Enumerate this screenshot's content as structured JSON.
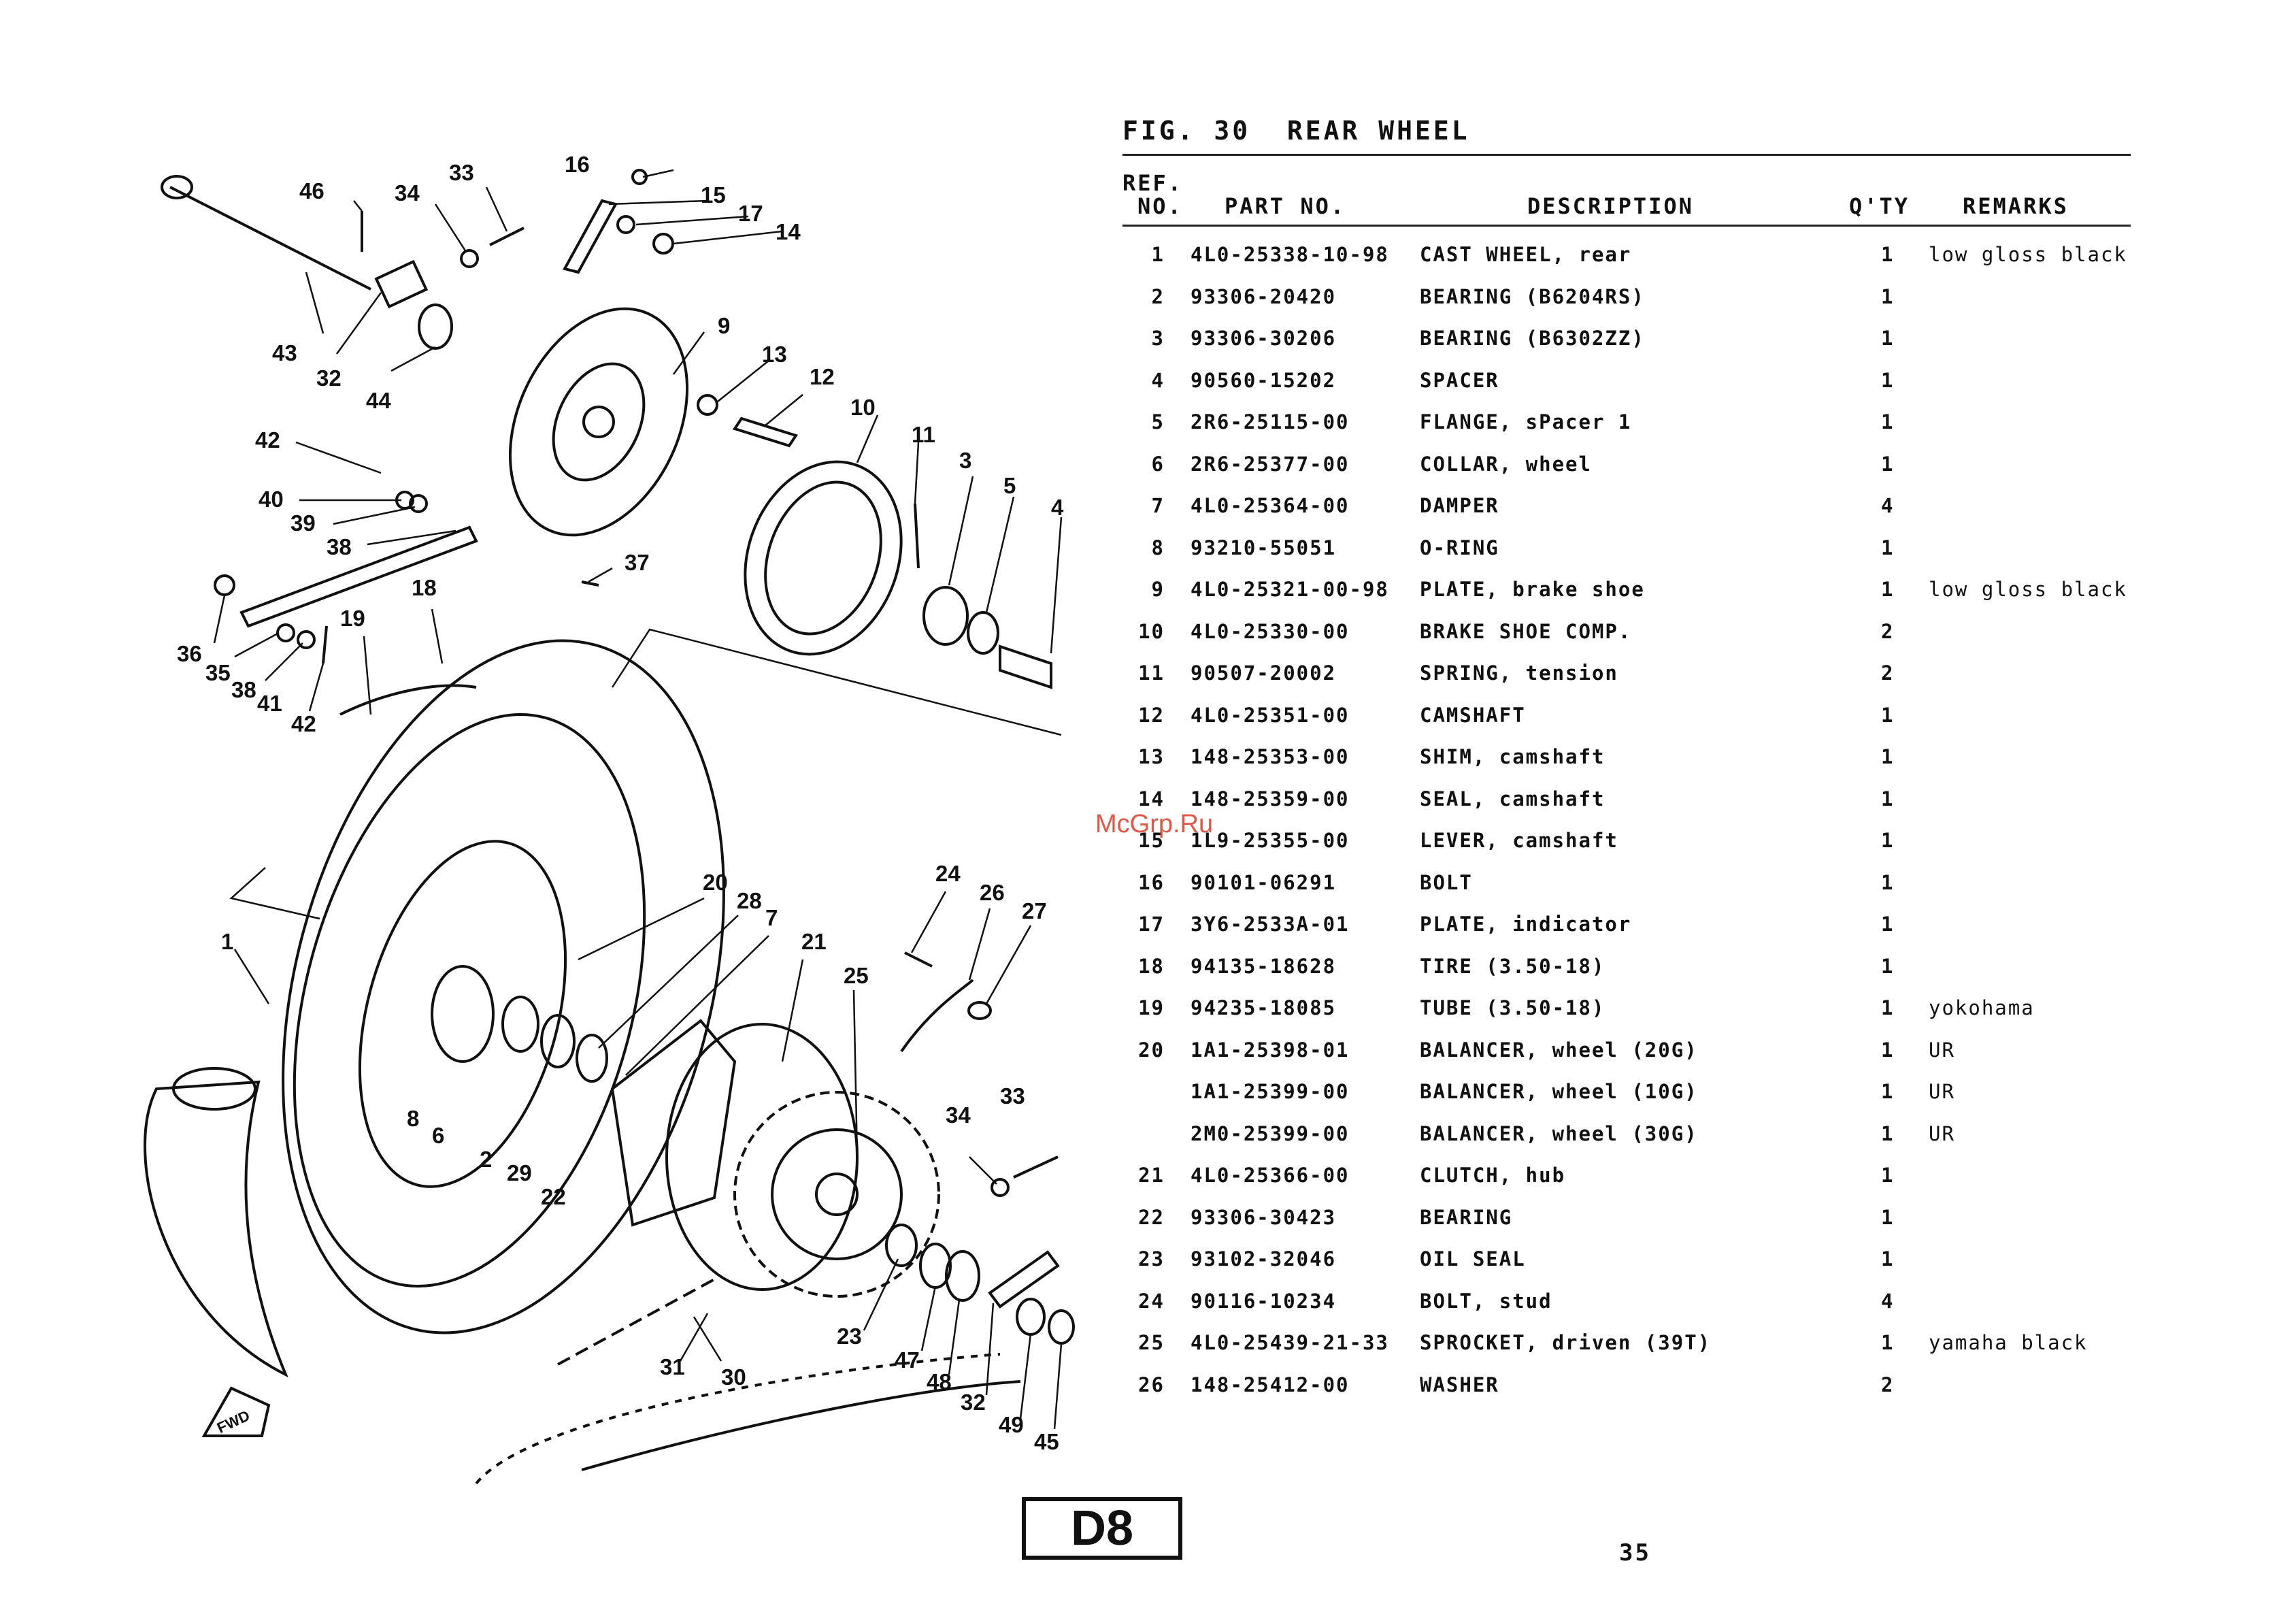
{
  "figure": {
    "title": "FIG. 30  REAR WHEEL"
  },
  "headers": {
    "ref_line1": "REF.",
    "ref_line2": "NO.",
    "part_no": "PART NO.",
    "description": "DESCRIPTION",
    "qty": "Q'TY",
    "remarks": "REMARKS"
  },
  "parts": [
    {
      "ref": "1",
      "part_no": "4L0-25338-10-98",
      "description": "CAST WHEEL, rear",
      "qty": "1",
      "remarks": "low gloss black"
    },
    {
      "ref": "2",
      "part_no": "93306-20420",
      "description": "BEARING (B6204RS)",
      "qty": "1",
      "remarks": ""
    },
    {
      "ref": "3",
      "part_no": "93306-30206",
      "description": "BEARING (B6302ZZ)",
      "qty": "1",
      "remarks": ""
    },
    {
      "ref": "4",
      "part_no": "90560-15202",
      "description": "SPACER",
      "qty": "1",
      "remarks": ""
    },
    {
      "ref": "5",
      "part_no": "2R6-25115-00",
      "description": "FLANGE, sPacer 1",
      "qty": "1",
      "remarks": ""
    },
    {
      "ref": "6",
      "part_no": "2R6-25377-00",
      "description": "COLLAR, wheel",
      "qty": "1",
      "remarks": ""
    },
    {
      "ref": "7",
      "part_no": "4L0-25364-00",
      "description": "DAMPER",
      "qty": "4",
      "remarks": ""
    },
    {
      "ref": "8",
      "part_no": "93210-55051",
      "description": "O-RING",
      "qty": "1",
      "remarks": ""
    },
    {
      "ref": "9",
      "part_no": "4L0-25321-00-98",
      "description": "PLATE, brake shoe",
      "qty": "1",
      "remarks": "low gloss black"
    },
    {
      "ref": "10",
      "part_no": "4L0-25330-00",
      "description": "BRAKE SHOE COMP.",
      "qty": "2",
      "remarks": ""
    },
    {
      "ref": "11",
      "part_no": "90507-20002",
      "description": "SPRING, tension",
      "qty": "2",
      "remarks": ""
    },
    {
      "ref": "12",
      "part_no": "4L0-25351-00",
      "description": "CAMSHAFT",
      "qty": "1",
      "remarks": ""
    },
    {
      "ref": "13",
      "part_no": "148-25353-00",
      "description": "SHIM, camshaft",
      "qty": "1",
      "remarks": ""
    },
    {
      "ref": "14",
      "part_no": "148-25359-00",
      "description": "SEAL, camshaft",
      "qty": "1",
      "remarks": ""
    },
    {
      "ref": "15",
      "part_no": "1L9-25355-00",
      "description": "LEVER, camshaft",
      "qty": "1",
      "remarks": ""
    },
    {
      "ref": "16",
      "part_no": "90101-06291",
      "description": "BOLT",
      "qty": "1",
      "remarks": ""
    },
    {
      "ref": "17",
      "part_no": "3Y6-2533A-01",
      "description": "PLATE, indicator",
      "qty": "1",
      "remarks": ""
    },
    {
      "ref": "18",
      "part_no": "94135-18628",
      "description": "TIRE (3.50-18)",
      "qty": "1",
      "remarks": ""
    },
    {
      "ref": "19",
      "part_no": "94235-18085",
      "description": "TUBE (3.50-18)",
      "qty": "1",
      "remarks": "yokohama"
    },
    {
      "ref": "20",
      "part_no": "1A1-25398-01",
      "description": "BALANCER, wheel (20G)",
      "qty": "1",
      "remarks": "UR"
    },
    {
      "ref": "",
      "part_no": "1A1-25399-00",
      "description": "BALANCER, wheel (10G)",
      "qty": "1",
      "remarks": "UR"
    },
    {
      "ref": "",
      "part_no": "2M0-25399-00",
      "description": "BALANCER, wheel (30G)",
      "qty": "1",
      "remarks": "UR"
    },
    {
      "ref": "21",
      "part_no": "4L0-25366-00",
      "description": "CLUTCH, hub",
      "qty": "1",
      "remarks": ""
    },
    {
      "ref": "22",
      "part_no": "93306-30423",
      "description": "BEARING",
      "qty": "1",
      "remarks": ""
    },
    {
      "ref": "23",
      "part_no": "93102-32046",
      "description": "OIL SEAL",
      "qty": "1",
      "remarks": ""
    },
    {
      "ref": "24",
      "part_no": "90116-10234",
      "description": "BOLT, stud",
      "qty": "4",
      "remarks": ""
    },
    {
      "ref": "25",
      "part_no": "4L0-25439-21-33",
      "description": "SPROCKET, driven (39T)",
      "qty": "1",
      "remarks": "yamaha black"
    },
    {
      "ref": "26",
      "part_no": "148-25412-00",
      "description": "WASHER",
      "qty": "2",
      "remarks": ""
    }
  ],
  "diagram": {
    "fwd_label": "FWD",
    "callouts": [
      "46",
      "33",
      "34",
      "16",
      "15",
      "17",
      "14",
      "9",
      "13",
      "12",
      "10",
      "11",
      "3",
      "5",
      "4",
      "43",
      "32",
      "44",
      "42",
      "40",
      "39",
      "38",
      "37",
      "36",
      "35",
      "38",
      "41",
      "42",
      "19",
      "18",
      "20",
      "28",
      "7",
      "21",
      "24",
      "26",
      "27",
      "25",
      "1",
      "8",
      "6",
      "2",
      "29",
      "22",
      "34",
      "33",
      "23",
      "47",
      "48",
      "32",
      "49",
      "45",
      "31",
      "30"
    ]
  },
  "watermark": "McGrp.Ru",
  "section_code": "D8",
  "page_number": "35"
}
